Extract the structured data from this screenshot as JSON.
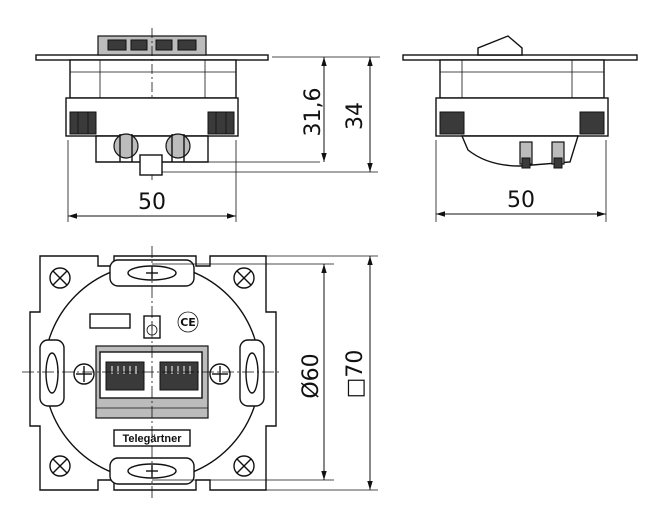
{
  "drawing": {
    "front_view": {
      "width_label": "50",
      "height_inner_label": "31,6",
      "height_outer_label": "34"
    },
    "side_view": {
      "width_label": "50"
    },
    "top_view": {
      "diameter_label": "Ø60",
      "square_label": "□70",
      "brand_label": "Telegärtner",
      "ce_mark": "CE",
      "ground_symbol": "ground-icon"
    }
  }
}
